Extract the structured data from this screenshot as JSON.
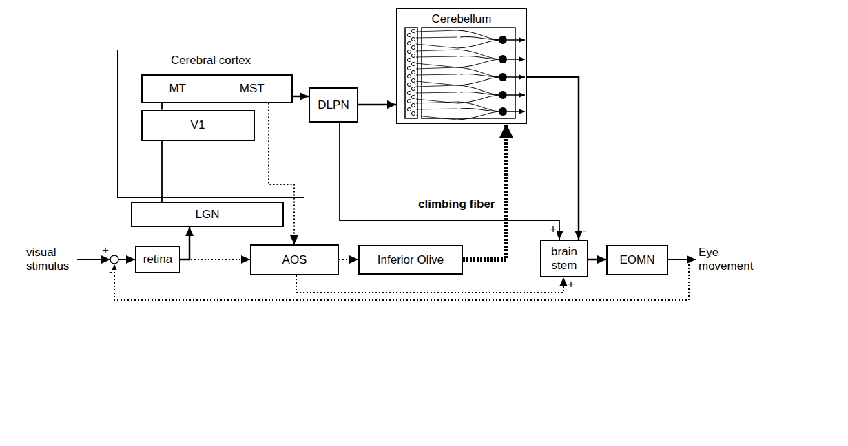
{
  "diagram": {
    "nodes": [
      {
        "text": [
          "Cerebral cortex"
        ]
      },
      {
        "text": [
          "MT",
          "MST"
        ],
        "in": 0
      },
      {
        "text": [
          "V1"
        ],
        "in": 0
      },
      {
        "text": [
          "LGN"
        ]
      },
      {
        "text": [
          "DLPN"
        ]
      },
      {
        "text": [
          "Cerebellum"
        ]
      },
      {
        "text": [
          "retina"
        ]
      },
      {
        "text": [
          "AOS"
        ]
      },
      {
        "text": [
          "Inferior Olive"
        ]
      },
      {
        "text": [
          "brain stem"
        ]
      },
      {
        "text": [
          "EOMN"
        ]
      }
    ],
    "edges": [
      {
        "from": 6,
        "to": 3,
        "arrow": "to"
      },
      {
        "from": 3,
        "to": 2,
        "arrow": "none"
      },
      {
        "from": 2,
        "to": 1,
        "arrow": "none"
      },
      {
        "from": 1,
        "to": 4,
        "arrow": "to"
      },
      {
        "from": 1,
        "to": 7,
        "arrow": "to"
      },
      {
        "from": 4,
        "to": 5,
        "arrow": "to"
      },
      {
        "from": 4,
        "to": 9,
        "label": "+",
        "arrow": "to"
      },
      {
        "from": 5,
        "to": 9,
        "label": "-",
        "arrow": "to"
      },
      {
        "from": 6,
        "to": 7,
        "arrow": "to"
      },
      {
        "from": 7,
        "to": 8,
        "arrow": "to"
      },
      {
        "from": 8,
        "to": 5,
        "label": "climbing fiber",
        "arrow": "to"
      },
      {
        "from": 7,
        "to": 9,
        "label": "+",
        "arrow": "to"
      },
      {
        "from": 9,
        "to": 10,
        "arrow": "to"
      }
    ],
    "labels": [
      "visual stimulus",
      "+",
      "-",
      "Eye movement"
    ]
  }
}
